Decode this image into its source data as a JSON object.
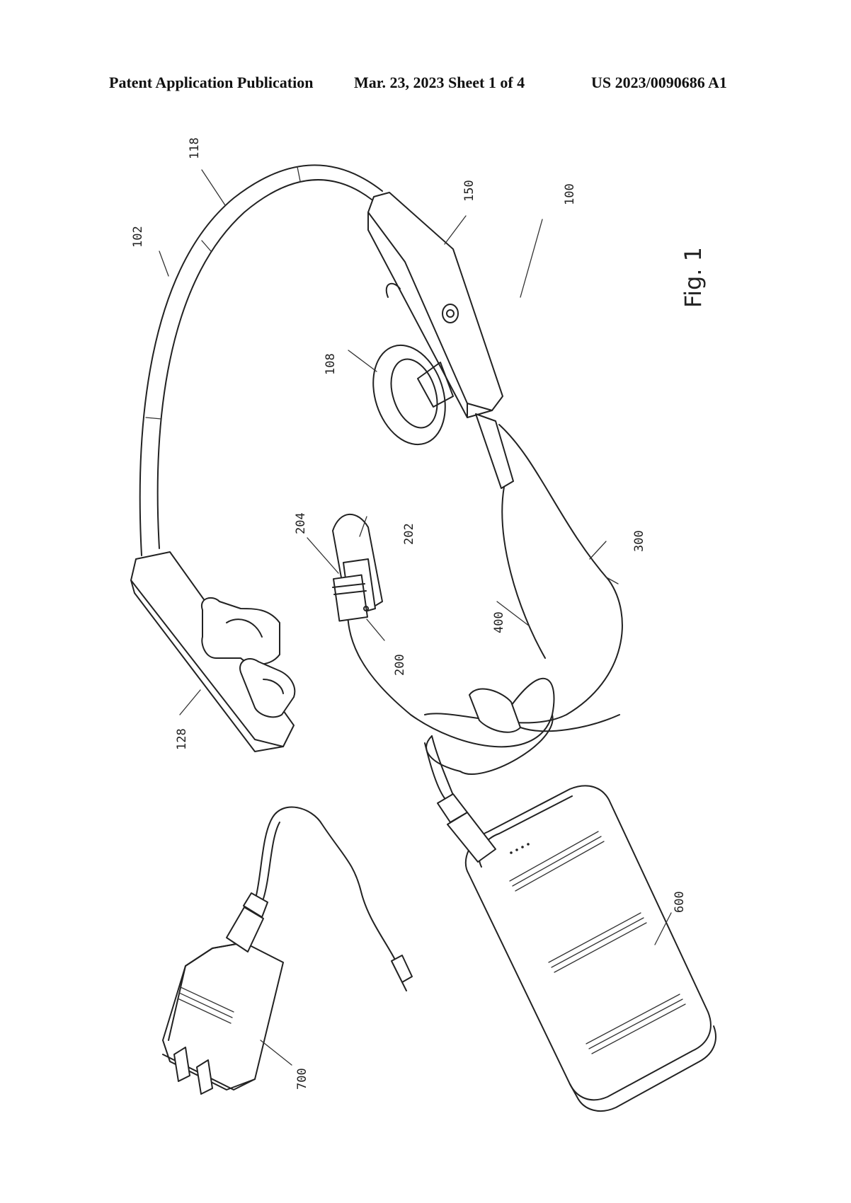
{
  "header": {
    "publication_label": "Patent Application Publication",
    "date_sheet": "Mar. 23, 2023  Sheet 1 of 4",
    "publication_number": "US 2023/0090686 A1"
  },
  "figure": {
    "label": "Fig. 1",
    "reference_numerals": {
      "r100": "100",
      "r102": "102",
      "r108": "108",
      "r118": "118",
      "r128": "128",
      "r150": "150",
      "r200": "200",
      "r202": "202",
      "r204": "204",
      "r300": "300",
      "r400": "400",
      "r600": "600",
      "r700": "700"
    }
  }
}
